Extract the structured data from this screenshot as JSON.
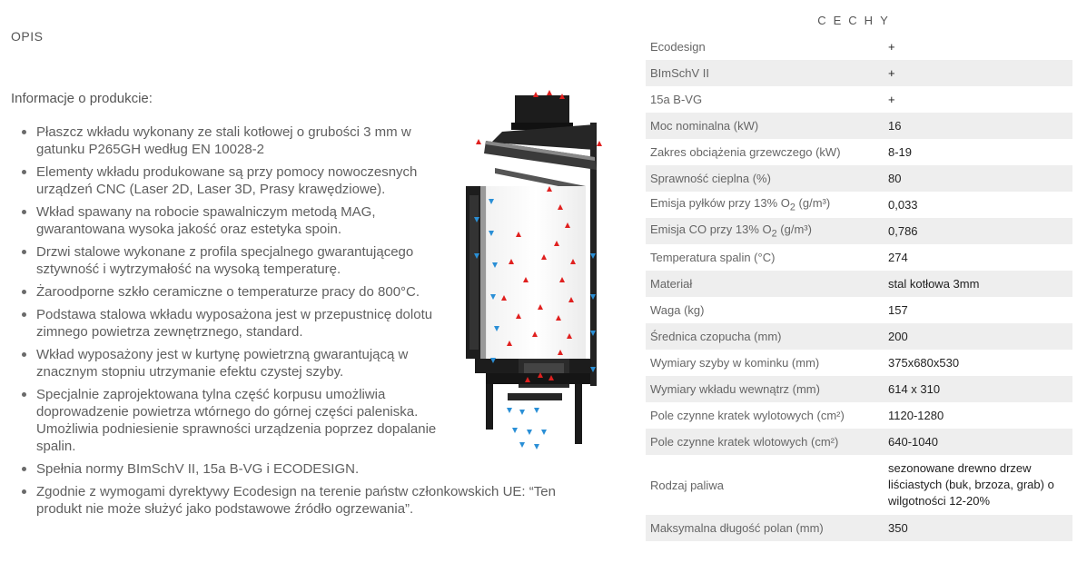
{
  "opis_title": "OPIS",
  "info_title": "Informacje o produkcie:",
  "features": [
    "Płaszcz wkładu wykonany ze stali kotłowej o grubości 3 mm w gatunku P265GH według EN 10028-2",
    "Elementy wkładu produkowane są przy pomocy nowoczesnych urządzeń CNC (Laser 2D, Laser 3D, Prasy krawędziowe).",
    "Wkład spawany na robocie spawalniczym metodą MAG, gwarantowana wysoka jakość oraz estetyka spoin.",
    "Drzwi stalowe wykonane z profila specjalnego gwarantującego sztywność i wytrzymałość na wysoką temperaturę.",
    "Żaroodporne szkło ceramiczne o temperaturze pracy do 800°C.",
    "Podstawa stalowa wkładu wyposażona jest w przepustnicę dolotu zimnego powietrza zewnętrznego, standard.",
    "Wkład wyposażony jest w kurtynę powietrzną gwarantującą w znacznym stopniu utrzymanie efektu czystej szyby.",
    "Specjalnie zaprojektowana tylna część korpusu umożliwia doprowadzenie powietrza wtórnego do górnej części paleniska. Umożliwia podniesienie sprawności urządzenia poprzez dopalanie spalin.",
    "Spełnia normy BImSchV II, 15a B-VG i ECODESIGN.",
    "Zgodnie z wymogami dyrektywy Ecodesign na terenie państw członkowskich UE: “Ten produkt nie może służyć jako podstawowe źródło ogrzewania”."
  ],
  "specs_title": "CECHY",
  "specs": [
    {
      "label": "Ecodesign",
      "value": "+"
    },
    {
      "label": "BImSchV II",
      "value": "+"
    },
    {
      "label": "15a B-VG",
      "value": "+"
    },
    {
      "label": "Moc nominalna (kW)",
      "value": "16"
    },
    {
      "label": "Zakres obciążenia grzewczego (kW)",
      "value": "8-19"
    },
    {
      "label": "Sprawność cieplna (%)",
      "value": "80"
    },
    {
      "label": "Emisja pyłków przy 13% O",
      "sub": "2",
      "suffix": " (g/m³)",
      "value": "0,033"
    },
    {
      "label": "Emisja CO przy 13% O",
      "sub": "2",
      "suffix": " (g/m³)",
      "value": "0,786"
    },
    {
      "label": "Temperatura spalin (°C)",
      "value": "274"
    },
    {
      "label": "Materiał",
      "value": "stal kotłowa 3mm"
    },
    {
      "label": "Waga (kg)",
      "value": "157"
    },
    {
      "label": "Średnica czopucha (mm)",
      "value": "200"
    },
    {
      "label": "Wymiary szyby w kominku (mm)",
      "value": "375x680x530"
    },
    {
      "label": "Wymiary wkładu wewnątrz (mm)",
      "value": "614 x 310"
    },
    {
      "label": "Pole czynne kratek wylotowych (cm²)",
      "value": "1120-1280"
    },
    {
      "label": "Pole czynne kratek wlotowych (cm²)",
      "value": "640-1040"
    },
    {
      "label": "Rodzaj paliwa",
      "value": "sezonowane drewno drzew liściastych (buk, brzoza, grab) o wilgotności 12-20%"
    },
    {
      "label": "Maksymalna długość polan (mm)",
      "value": "350"
    }
  ],
  "colors": {
    "hot_air": "#e0201f",
    "cold_air": "#2a8fd6",
    "steel": "#1e1e1e",
    "row_alt": "#eeeeee"
  },
  "diagram_icon": "fireplace-airflow-diagram-icon"
}
